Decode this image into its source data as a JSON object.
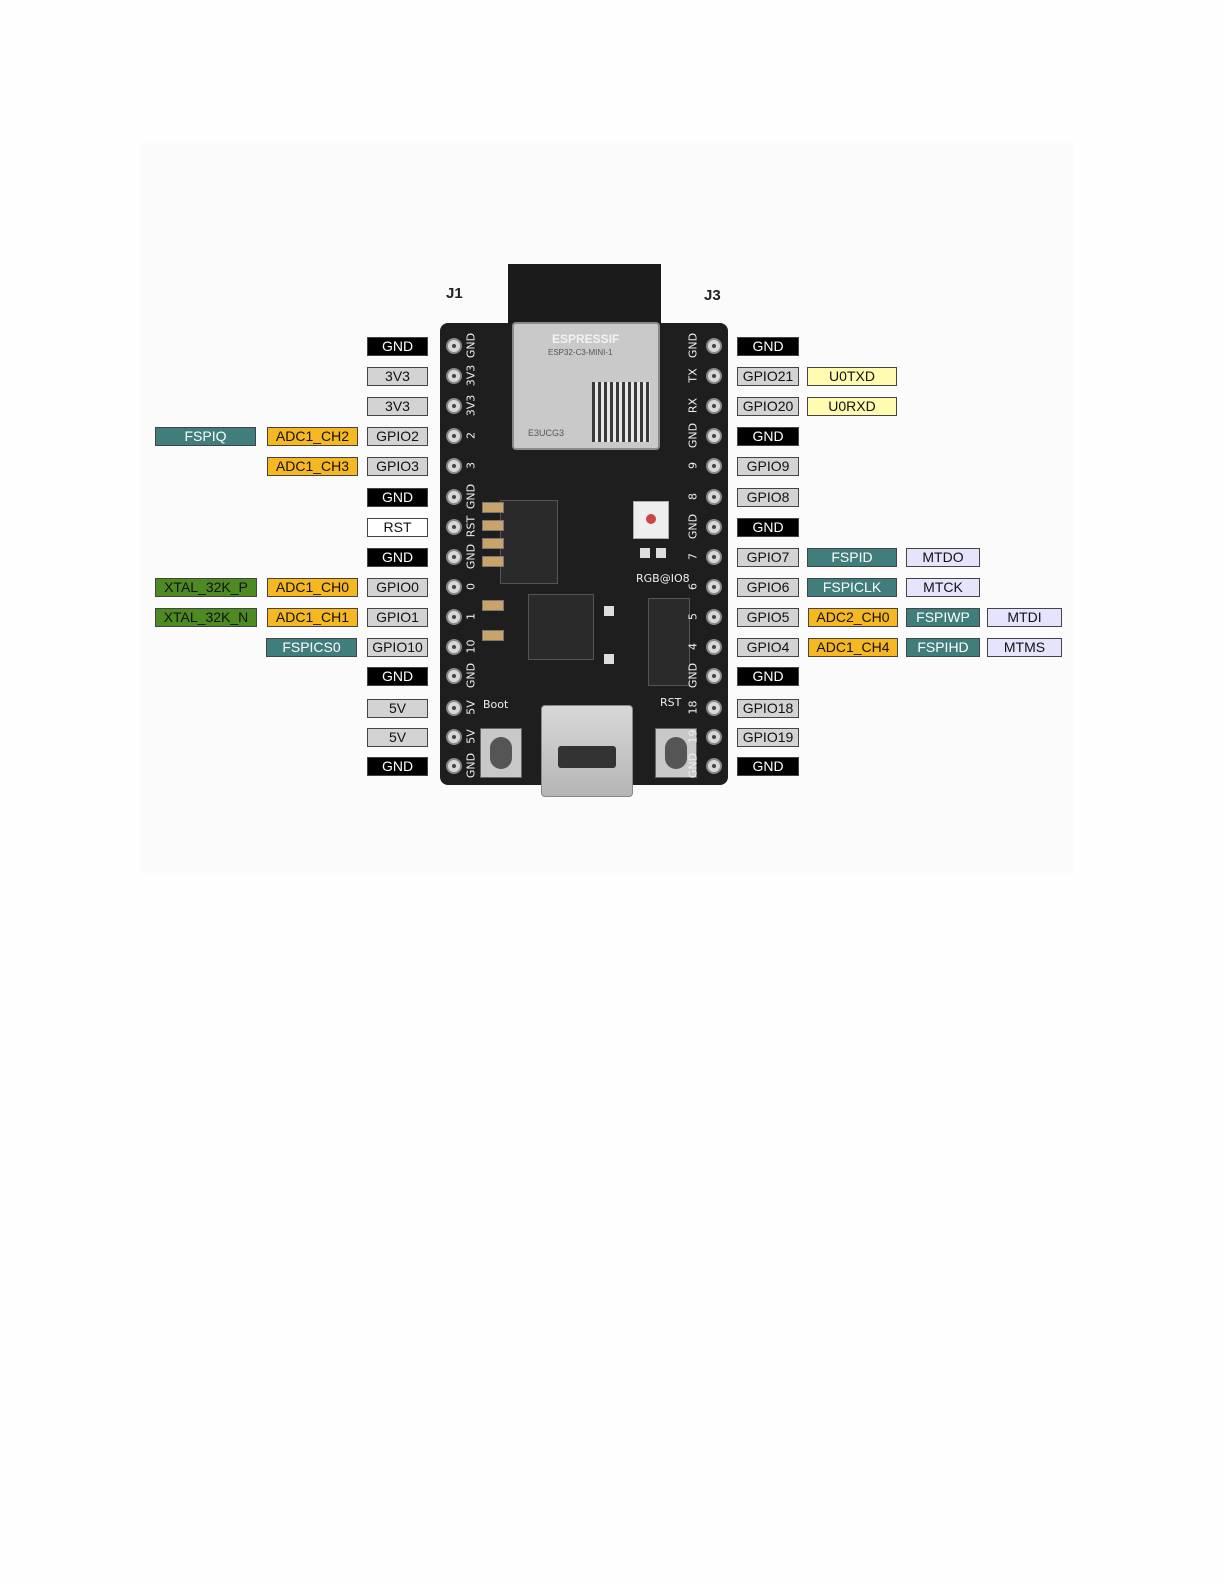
{
  "headers": {
    "left": "J1",
    "right": "J3"
  },
  "colors": {
    "power": "#000000",
    "rail": "#d3d3d3",
    "gpio": "#d3d3d3",
    "rst": "#ffffff",
    "adc": "#f5b722",
    "fspi": "#3f7e7a",
    "xtal": "#4e8a22",
    "uart": "#fffbb0",
    "jtag": "#e5e4fc"
  },
  "board": {
    "module_brand": "ESPRESSIF",
    "module_model": "ESP32-C3-MINI-1",
    "module_id": "E3UCG3",
    "silk_boot": "Boot",
    "silk_rst": "RST",
    "silk_rgb": "RGB@IO8",
    "left_silk": [
      "GND",
      "3V3",
      "3V3",
      "2",
      "3",
      "GND",
      "RST",
      "GND",
      "0",
      "1",
      "10",
      "GND",
      "5V",
      "5V",
      "GND"
    ],
    "right_silk": [
      "GND",
      "TX",
      "RX",
      "GND",
      "9",
      "8",
      "GND",
      "7",
      "6",
      "5",
      "4",
      "GND",
      "18",
      "19",
      "GND"
    ]
  },
  "left_labels": [
    {
      "text": "GND",
      "kind": "power"
    },
    {
      "text": "3V3",
      "kind": "rail"
    },
    {
      "text": "3V3",
      "kind": "rail"
    },
    {
      "text": "GPIO2",
      "kind": "gpio"
    },
    {
      "text": "ADC1_CH2",
      "kind": "adc"
    },
    {
      "text": "FSPIQ",
      "kind": "fspi"
    },
    {
      "text": "GPIO3",
      "kind": "gpio"
    },
    {
      "text": "ADC1_CH3",
      "kind": "adc"
    },
    {
      "text": "GND",
      "kind": "power"
    },
    {
      "text": "RST",
      "kind": "rst"
    },
    {
      "text": "GND",
      "kind": "power"
    },
    {
      "text": "GPIO0",
      "kind": "gpio"
    },
    {
      "text": "ADC1_CH0",
      "kind": "adc"
    },
    {
      "text": "XTAL_32K_P",
      "kind": "xtal"
    },
    {
      "text": "GPIO1",
      "kind": "gpio"
    },
    {
      "text": "ADC1_CH1",
      "kind": "adc"
    },
    {
      "text": "XTAL_32K_N",
      "kind": "xtal"
    },
    {
      "text": "GPIO10",
      "kind": "gpio"
    },
    {
      "text": "FSPICS0",
      "kind": "fspi"
    },
    {
      "text": "GND",
      "kind": "power"
    },
    {
      "text": "5V",
      "kind": "rail"
    },
    {
      "text": "5V",
      "kind": "rail"
    },
    {
      "text": "GND",
      "kind": "power"
    }
  ],
  "right_labels": [
    {
      "text": "GND",
      "kind": "power"
    },
    {
      "text": "GPIO21",
      "kind": "gpio"
    },
    {
      "text": "U0TXD",
      "kind": "uart"
    },
    {
      "text": "GPIO20",
      "kind": "gpio"
    },
    {
      "text": "U0RXD",
      "kind": "uart"
    },
    {
      "text": "GND",
      "kind": "power"
    },
    {
      "text": "GPIO9",
      "kind": "gpio"
    },
    {
      "text": "GPIO8",
      "kind": "gpio"
    },
    {
      "text": "GND",
      "kind": "power"
    },
    {
      "text": "GPIO7",
      "kind": "gpio"
    },
    {
      "text": "FSPID",
      "kind": "fspi"
    },
    {
      "text": "MTDO",
      "kind": "jtag"
    },
    {
      "text": "GPIO6",
      "kind": "gpio"
    },
    {
      "text": "FSPICLK",
      "kind": "fspi"
    },
    {
      "text": "MTCK",
      "kind": "jtag"
    },
    {
      "text": "GPIO5",
      "kind": "gpio"
    },
    {
      "text": "ADC2_CH0",
      "kind": "adc"
    },
    {
      "text": "FSPIWP",
      "kind": "fspi"
    },
    {
      "text": "MTDI",
      "kind": "jtag"
    },
    {
      "text": "GPIO4",
      "kind": "gpio"
    },
    {
      "text": "ADC1_CH4",
      "kind": "adc"
    },
    {
      "text": "FSPIHD",
      "kind": "fspi"
    },
    {
      "text": "MTMS",
      "kind": "jtag"
    },
    {
      "text": "GND",
      "kind": "power"
    },
    {
      "text": "GPIO18",
      "kind": "gpio"
    },
    {
      "text": "GPIO19",
      "kind": "gpio"
    },
    {
      "text": "GND",
      "kind": "power"
    }
  ]
}
